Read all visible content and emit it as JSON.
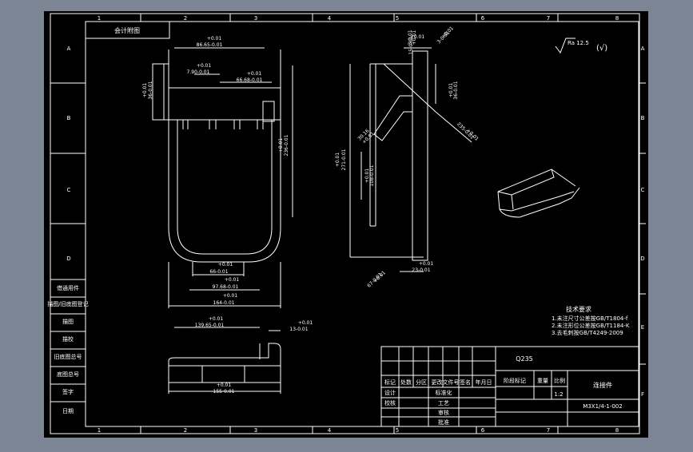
{
  "window": {
    "background": "#7b8593",
    "paper": "#000000",
    "line": "#ffffff"
  },
  "zone_numbers": [
    "1",
    "2",
    "3",
    "4",
    "5",
    "6",
    "7",
    "8"
  ],
  "zone_letters": [
    "A",
    "B",
    "C",
    "D",
    "E",
    "F"
  ],
  "ref_box": "会计附图",
  "surface": {
    "symbol": "Ra 12.5",
    "note": "(√)"
  },
  "front_view": {
    "dims": [
      "+0.01",
      "86.65-0.01",
      "+0.01",
      "7.90-0.01",
      "+0.01",
      "66.68-0.01",
      "+0.01",
      "36-0.01",
      "+0.01",
      "236-0.01",
      "+0.01",
      "66-0.01",
      "+0.01",
      "97.68-0.01",
      "+0.01",
      "164-0.01"
    ]
  },
  "side_view": {
    "dims": [
      "+0.01",
      "15-0.01",
      "+0.01",
      "3-0.01",
      "+0.01",
      "36-0.01",
      "+0.01",
      "235-0.01",
      "+0.01",
      "30.16",
      "+0.01",
      "108-0.01",
      "+0.01",
      "271-0.01",
      "+0.01",
      "23-0.01",
      "+0.01",
      "67-0.01",
      "+0.01",
      "3-0.01"
    ]
  },
  "bottom_view": {
    "dims": [
      "+0.01",
      "139.65-0.01",
      "+0.01",
      "13-0.01",
      "+0.01",
      "155-0.01"
    ]
  },
  "tech_req": {
    "title": "技术要求",
    "lines": [
      "1.未注尺寸公差按GB/T1804-f",
      "2.未注形位公差按GB/T1184-K",
      "3.去毛刺按GB/T4249-2009"
    ]
  },
  "left_column": [
    "借通用件",
    "描图/旧底图登记",
    "描图",
    "描校",
    "旧底图总号",
    "底图总号",
    "签字",
    "日期"
  ],
  "title_block": {
    "material": "Q235",
    "part_name": "连接件",
    "drawing_no": "M3X1/4-1-002",
    "scale": "1:2",
    "header_row": [
      "标记",
      "处数",
      "分区",
      "更改文件号",
      "签名",
      "年月日"
    ],
    "role_rows": [
      [
        "设计",
        "标准化"
      ],
      [
        "校核",
        "工艺"
      ],
      [
        "",
        "审核"
      ],
      [
        "",
        "批准"
      ]
    ],
    "stage_labels": [
      "阶段标记",
      "重量",
      "比例"
    ]
  }
}
